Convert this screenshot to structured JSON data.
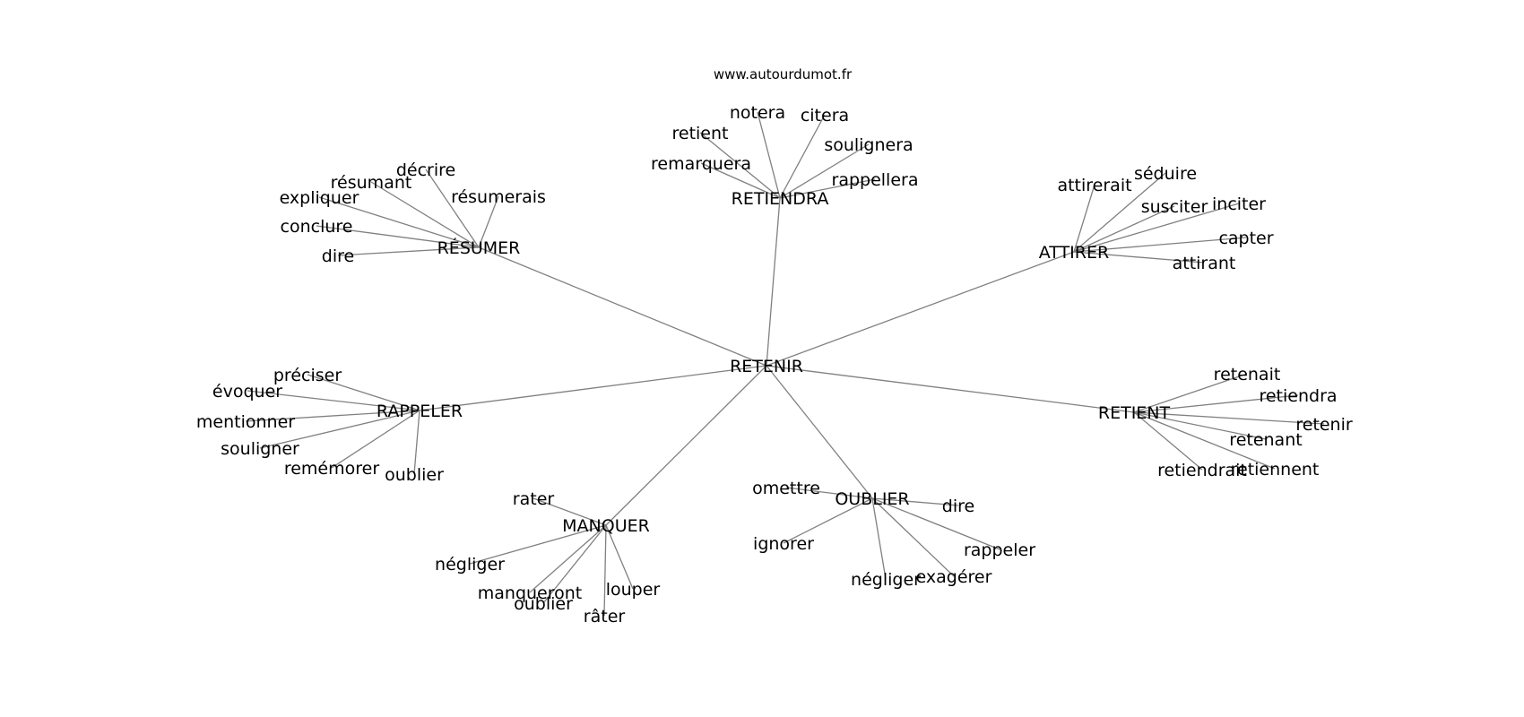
{
  "source": "www.autourdumot.fr",
  "center": "RETENIR",
  "groups": [
    {
      "label": "RETIENDRA",
      "leaves": [
        "notera",
        "citera",
        "retient",
        "soulignera",
        "remarquera",
        "rappellera"
      ]
    },
    {
      "label": "RÉSUMER",
      "leaves": [
        "décrire",
        "résumant",
        "résumerais",
        "expliquer",
        "conclure",
        "dire"
      ]
    },
    {
      "label": "ATTIRER",
      "leaves": [
        "séduire",
        "attirerait",
        "susciter",
        "inciter",
        "capter",
        "attirant"
      ]
    },
    {
      "label": "RAPPELER",
      "leaves": [
        "préciser",
        "évoquer",
        "mentionner",
        "souligner",
        "remémorer",
        "oublier"
      ]
    },
    {
      "label": "RETIENT",
      "leaves": [
        "retenait",
        "retiendra",
        "retenir",
        "retenant",
        "retiendrait",
        "retiennent"
      ]
    },
    {
      "label": "OUBLIER",
      "leaves": [
        "omettre",
        "dire",
        "ignorer",
        "rappeler",
        "négliger",
        "exagérer"
      ]
    },
    {
      "label": "MANQUER",
      "leaves": [
        "rater",
        "négliger",
        "manqueront",
        "oublier",
        "louper",
        "râter"
      ]
    }
  ]
}
